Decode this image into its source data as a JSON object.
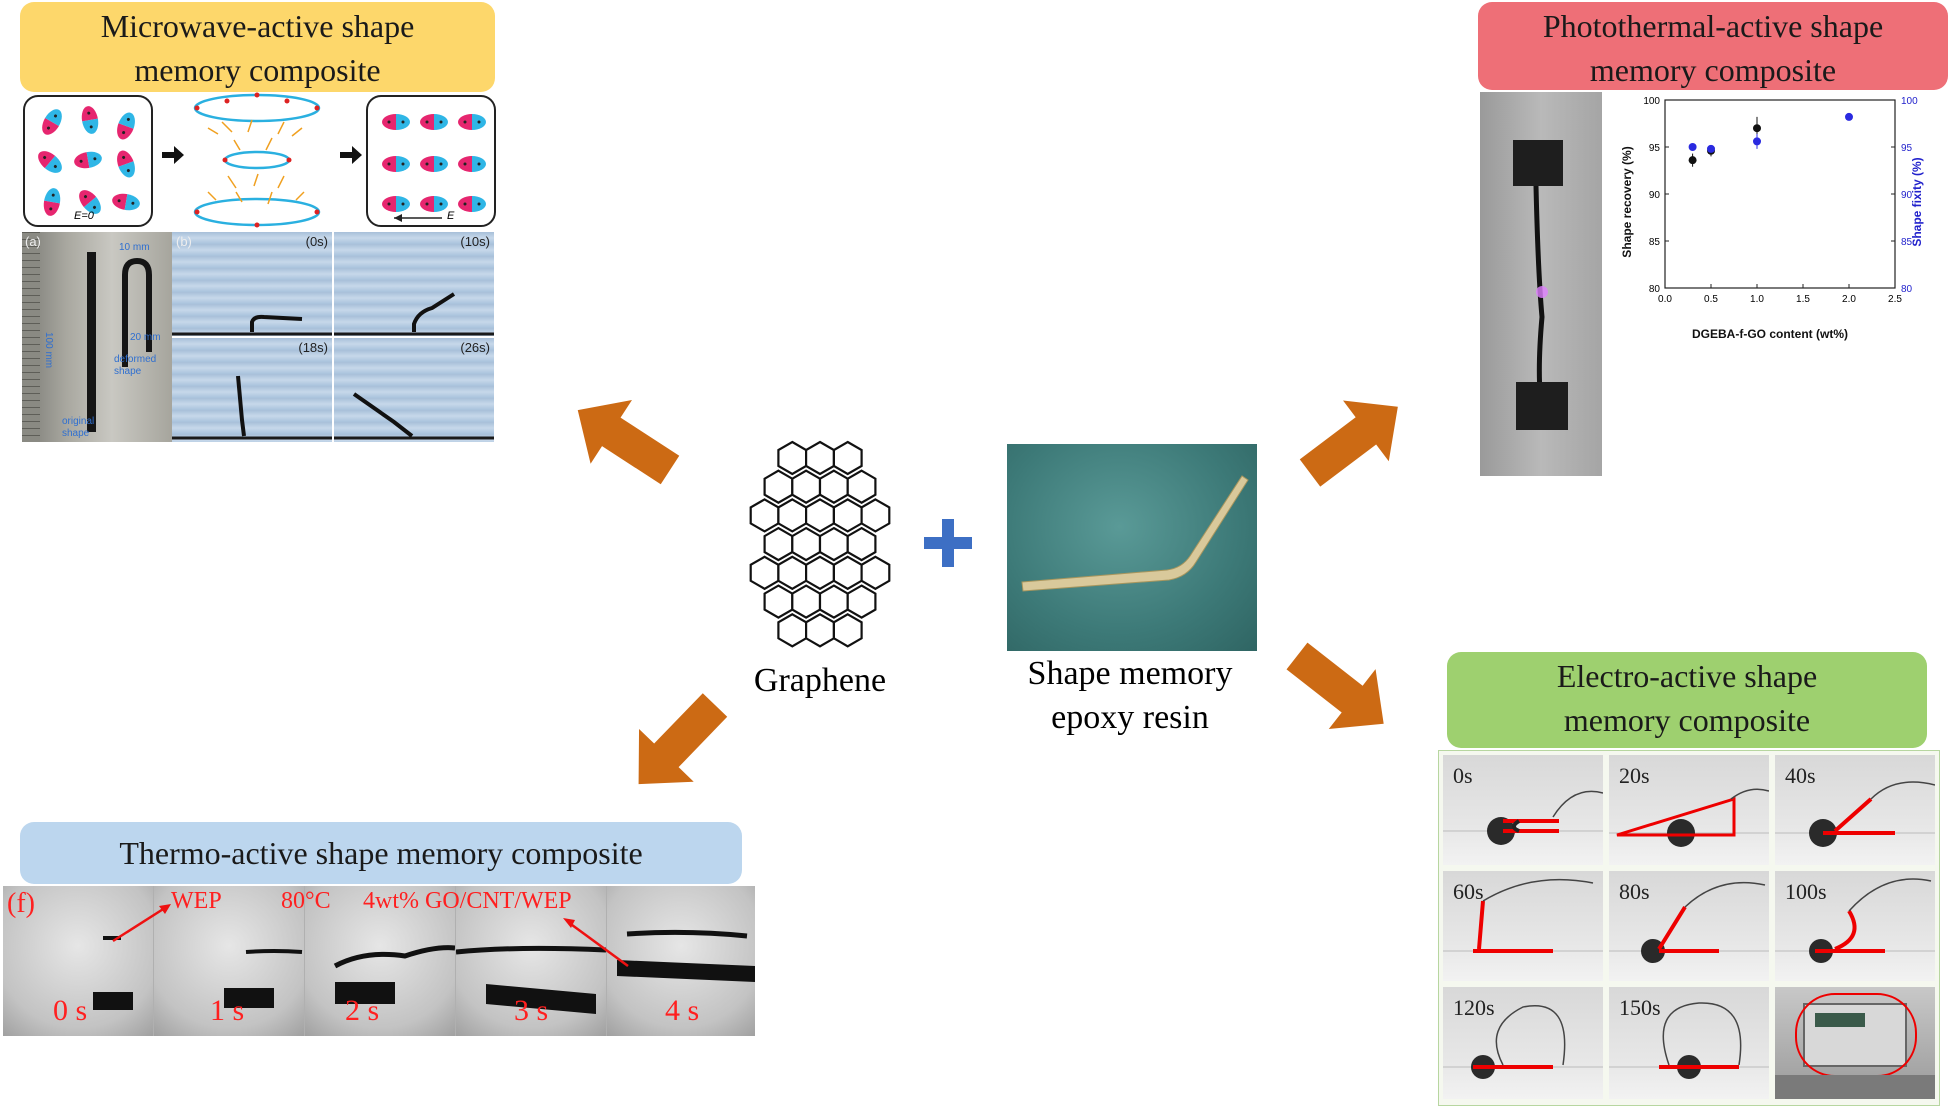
{
  "center": {
    "graphene_label": "Graphene",
    "resin_label_line1": "Shape memory",
    "resin_label_line2": "epoxy resin"
  },
  "microwave": {
    "title_line1": "Microwave-active shape",
    "title_line2": "memory composite",
    "color": "#fdd76b",
    "field_zero_label": "E=0",
    "field_label": "E",
    "panel_a_label": "(a)",
    "panel_b_label": "(b)",
    "dim_top": "10 mm",
    "dim_length": "100 mm",
    "dim_side": "20 mm",
    "deformed_label_line1": "deformed",
    "deformed_label_line2": "shape",
    "original_label_line1": "original",
    "original_label_line2": "shape",
    "times": [
      "(0s)",
      "(10s)",
      "(18s)",
      "(26s)"
    ]
  },
  "photothermal": {
    "title_line1": "Photothermal-active shape",
    "title_line2": "memory composite",
    "color": "#ee6f77"
  },
  "chart_data": {
    "type": "scatter",
    "xlabel": "DGEBA-f-GO content (wt%)",
    "ylabel": "Shape recovery (%)",
    "y2label": "Shape fixity (%)",
    "xlim": [
      0.0,
      2.5
    ],
    "ylim": [
      80,
      100
    ],
    "x_ticks": [
      "0.0",
      "0.5",
      "1.0",
      "1.5",
      "2.0",
      "2.5"
    ],
    "y_ticks": [
      "80",
      "85",
      "90",
      "95",
      "100"
    ],
    "y2_ticks": [
      "80",
      "85",
      "90",
      "95",
      "100"
    ],
    "series": [
      {
        "color": "#111111",
        "x": [
          0.3,
          0.5,
          1.0
        ],
        "y": [
          93.6,
          94.6,
          97.0
        ],
        "err": [
          0.7,
          0.6,
          1.2
        ]
      },
      {
        "color": "#2a2ae0",
        "x": [
          0.3,
          0.5,
          1.0,
          2.0
        ],
        "y": [
          95.0,
          94.8,
          95.6,
          98.2
        ],
        "err": [
          0.2,
          0.3,
          0.8,
          0.2
        ]
      }
    ]
  },
  "electro": {
    "title_line1": "Electro-active shape",
    "title_line2": "memory composite",
    "color": "#9ed06f",
    "times": [
      "0s",
      "20s",
      "40s",
      "60s",
      "80s",
      "100s",
      "120s",
      "150s"
    ]
  },
  "thermo": {
    "title": "Thermo-active shape memory composite",
    "color": "#bcd6ee",
    "panel_label": "(f)",
    "wep_label": "WEP",
    "temp_label": "80°C",
    "composite_label": "4wt% GO/CNT/WEP",
    "times": [
      "0 s",
      "1 s",
      "2 s",
      "3 s",
      "4 s"
    ]
  },
  "arrow_color": "#cc6a14",
  "plus_color": "#3d6fc4"
}
